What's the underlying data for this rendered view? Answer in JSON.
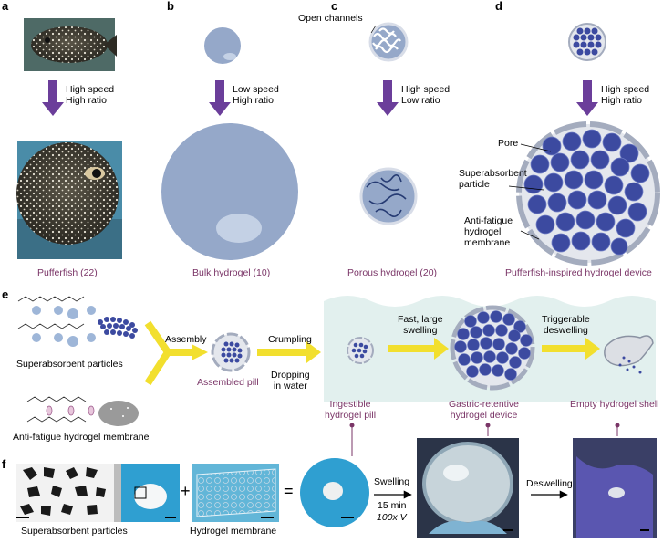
{
  "panels": {
    "a": "a",
    "b": "b",
    "c": "c",
    "d": "d",
    "e": "e",
    "f": "f"
  },
  "colors": {
    "accent": "#7a3567",
    "arrow": "#6b3e9a",
    "yellow": "#f2df2e",
    "teal": "#e2f0ee",
    "hydrogel": "#95a8c9",
    "particle": "#3c4aa0"
  },
  "row1": {
    "a_arrow": "High speed\nHigh ratio",
    "b_arrow": "Low speed\nHigh ratio",
    "c_arrow": "High speed\nLow ratio",
    "d_arrow": "High speed\nHigh ratio",
    "open_channels": "Open channels",
    "pore": "Pore",
    "superabsorbent_particle": "Superabsorbent\nparticle",
    "membrane": "Anti-fatigue\nhydrogel\nmembrane",
    "captions": [
      "Pufferfish (22)",
      "Bulk hydrogel (10)",
      "Porous hydrogel (20)",
      "Pufferfish-inspired hydrogel device"
    ]
  },
  "row2": {
    "superabsorbent_particles": "Superabsorbent particles",
    "membrane": "Anti-fatigue hydrogel membrane",
    "assembly": "Assembly",
    "assembled_pill": "Assembled pill",
    "crumpling": "Crumpling",
    "dropping": "Dropping\nin water",
    "fast_swelling": "Fast, large\nswelling",
    "triggerable": "Triggerable\ndeswelling",
    "ingestible": "Ingestible\nhydrogel pill",
    "gastric": "Gastric-retentive\nhydrogel device",
    "empty_shell": "Empty hydrogel shell"
  },
  "row3": {
    "superabsorbent_particles": "Superabsorbent particles",
    "hydrogel_membrane": "Hydrogel membrane",
    "plus": "+",
    "equals": "=",
    "swelling": "Swelling",
    "time": "15 min",
    "volume": "100x V",
    "deswelling": "Deswelling"
  }
}
